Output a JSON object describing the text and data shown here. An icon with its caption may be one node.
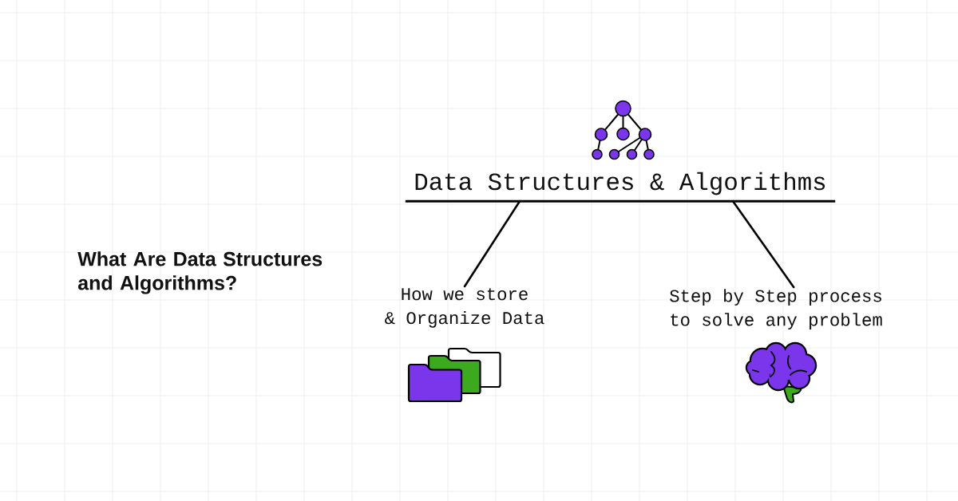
{
  "diagram": {
    "title": "What Are Data Structures and Algorithms?",
    "nodes": [
      {
        "text": [
          "Data Structures & Algorithms"
        ]
      },
      {
        "text": [
          "How we store & Organize Data"
        ]
      },
      {
        "text": [
          "Step by Step process to solve any problem"
        ]
      }
    ],
    "edges": [
      {
        "from": 0,
        "to": 1,
        "arrow": "none"
      },
      {
        "from": 0,
        "to": 2,
        "arrow": "none"
      }
    ]
  }
}
